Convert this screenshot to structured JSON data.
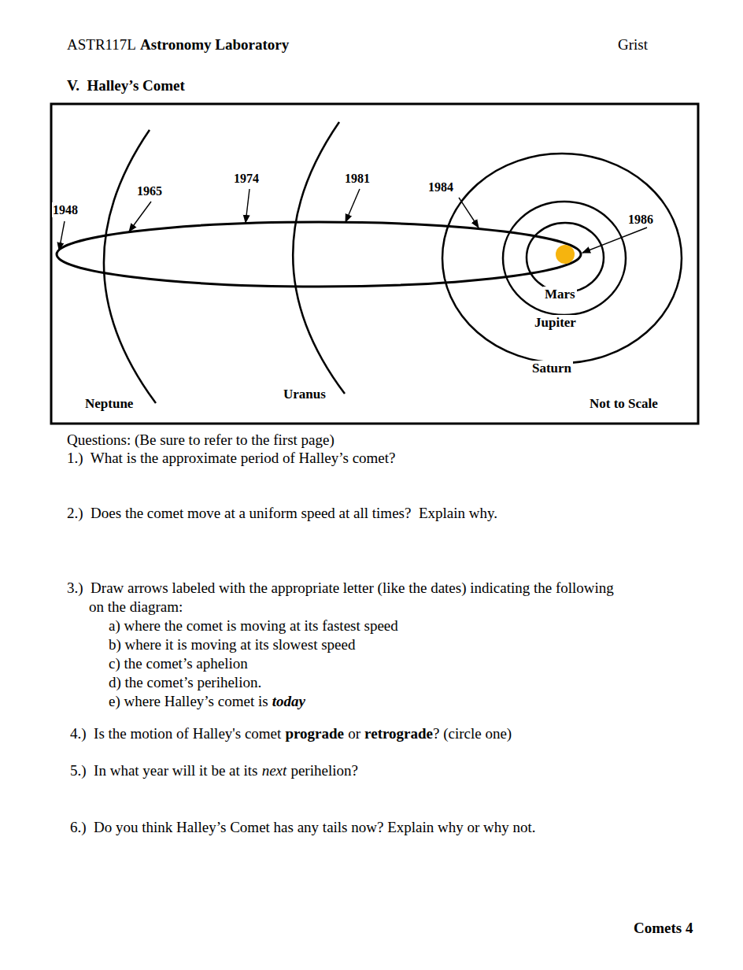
{
  "diagram": {
    "title": "V.  Halley’s Comet",
    "labels": [
      "ASTR117L",
      "Astronomy Laboratory",
      "Grist",
      "1948",
      "1965",
      "1974",
      "1981",
      "1984",
      "1986",
      "Mars",
      "Jupiter",
      "Saturn",
      "Neptune",
      "Uranus",
      "Not to Scale",
      "Questions: (Be sure to refer to the first page)",
      "1.)  What is the approximate period of Halley’s comet?",
      "2.)  Does the comet move at a uniform speed at all times?  Explain why.",
      "3.)  Draw arrows labeled with the appropriate letter (like the dates) indicating the following",
      "on the diagram:",
      "a) where the comet is moving at its fastest speed",
      "b) where it is moving at its slowest speed",
      "c) the comet’s aphelion",
      "d) the comet’s perihelion.",
      "e) where Halley’s comet is",
      "today",
      "4.)  Is the motion of Halley's comet",
      "prograde",
      "or",
      "retrograde",
      "? (circle one)",
      "5.)  In what year will it be at its",
      "next",
      "perihelion?",
      "6.)  Do you think Halley’s Comet has any tails now? Explain why or why not.",
      "Comets 4"
    ]
  }
}
